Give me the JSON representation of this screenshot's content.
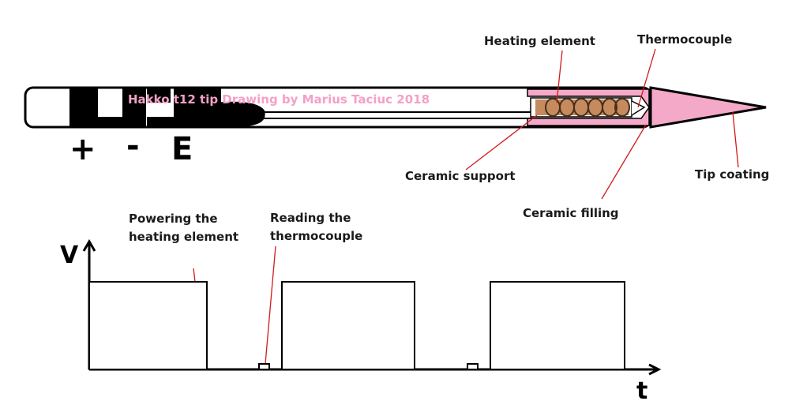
{
  "watermark": "Hakko t12 tip  Drawing by Marius Taciuc 2018",
  "terminals": {
    "plus": "+",
    "minus": "-",
    "earth": "E"
  },
  "labels": {
    "heating_element": "Heating element",
    "thermocouple": "Thermocouple",
    "ceramic_support": "Ceramic support",
    "tip_coating": "Tip coating",
    "ceramic_filling": "Ceramic filling",
    "powering": [
      "Powering the",
      "heating element"
    ],
    "reading": [
      "Reading the",
      "thermocouple"
    ]
  },
  "axes": {
    "y": "V",
    "x": "t"
  },
  "colors": {
    "outline": "#000000",
    "coil": "#c58a5e",
    "coil_outline": "#4a2e1a",
    "tip_pink": "#f5a9c9",
    "leader": "#d21a1a",
    "watermark": "#f4a0c8"
  }
}
